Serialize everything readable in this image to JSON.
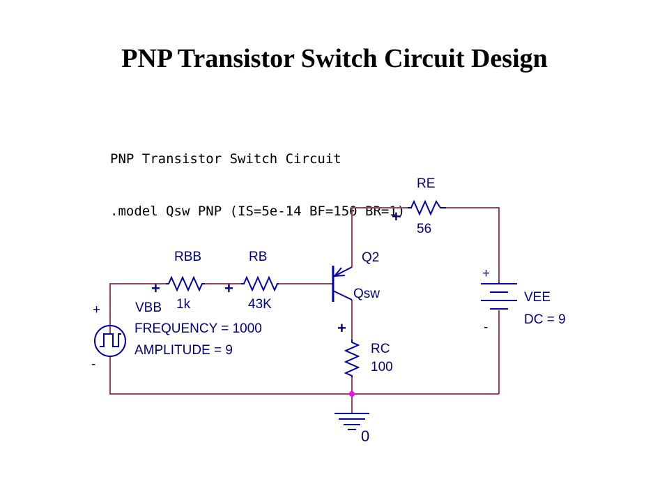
{
  "title": "PNP Transistor Switch Circuit Design",
  "netlist": {
    "line1": "PNP Transistor Switch Circuit",
    "line2": ".model Qsw PNP (IS=5e-14 BF=150 BR=1)"
  },
  "colors": {
    "wire": "#a04060",
    "component": "#0000aa",
    "label": "#000080",
    "node_dot": "#ff00ff",
    "text": "#000000"
  },
  "components": {
    "re": {
      "name": "RE",
      "value": "56",
      "plus": "+"
    },
    "rbb": {
      "name": "RBB",
      "value": "1k",
      "plus": "+"
    },
    "rb": {
      "name": "RB",
      "value": "43K",
      "plus": "+"
    },
    "q2": {
      "name": "Q2",
      "model": "Qsw"
    },
    "rc": {
      "name": "RC",
      "value": "100",
      "plus": "+"
    },
    "vee": {
      "name": "VEE",
      "param": "DC = 9",
      "plus": "+",
      "minus": "-"
    },
    "vbb": {
      "name": "VBB",
      "frequency": "FREQUENCY = 1000",
      "amplitude": "AMPLITUDE = 9",
      "plus": "+",
      "minus": "-"
    },
    "ground": {
      "label": "0"
    }
  }
}
